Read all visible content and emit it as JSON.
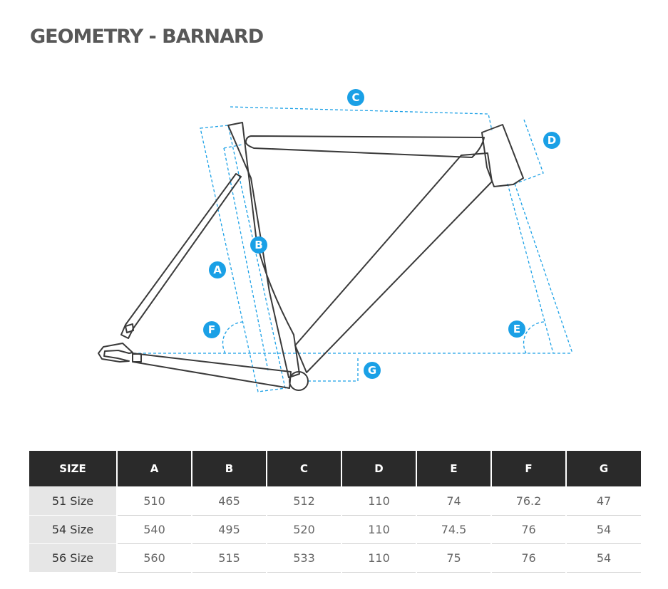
{
  "title": "GEOMETRY - BARNARD",
  "markers": [
    {
      "key": "C",
      "label": "C"
    },
    {
      "key": "D",
      "label": "D"
    },
    {
      "key": "B",
      "label": "B"
    },
    {
      "key": "A",
      "label": "A"
    },
    {
      "key": "F",
      "label": "F"
    },
    {
      "key": "E",
      "label": "E"
    },
    {
      "key": "G",
      "label": "G"
    }
  ],
  "table": {
    "headers": [
      "SIZE",
      "A",
      "B",
      "C",
      "D",
      "E",
      "F",
      "G"
    ],
    "rows": [
      [
        "51 Size",
        "510",
        "465",
        "512",
        "110",
        "74",
        "76.2",
        "47"
      ],
      [
        "54 Size",
        "540",
        "495",
        "520",
        "110",
        "74.5",
        "76",
        "54"
      ],
      [
        "56 Size",
        "560",
        "515",
        "533",
        "110",
        "75",
        "76",
        "54"
      ]
    ]
  },
  "colors": {
    "accent": "#1aa0e6",
    "header_bg": "#2a2a2a",
    "size_bg": "#e6e6e6",
    "title": "#585858"
  }
}
